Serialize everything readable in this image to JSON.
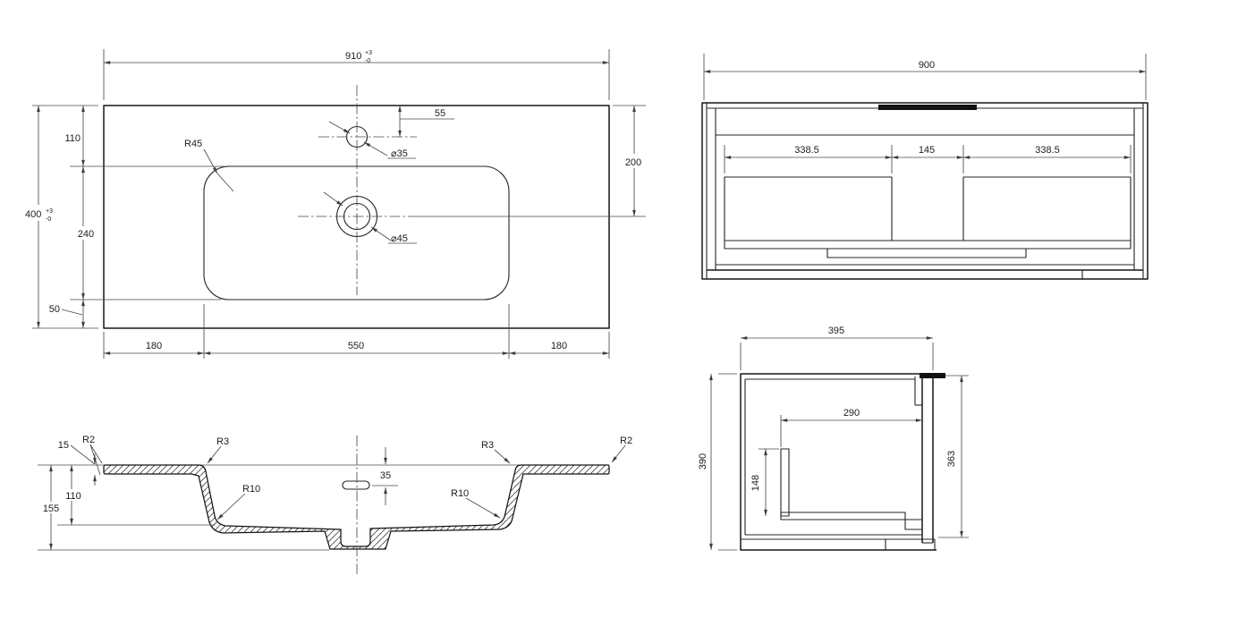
{
  "drawing_title": "washbasin-and-cabinet-technical-drawing",
  "colors": {
    "background": "#ffffff",
    "object_line": "#161616",
    "dimension_line": "#4a4a4a",
    "text": "#1c1c1c",
    "handle_fill": "#111111"
  },
  "views": {
    "basin_top": {
      "label": "basin-top-view",
      "dims": {
        "width": {
          "value": "910",
          "tol_plus": "+3",
          "tol_minus": "-0"
        },
        "height": {
          "value": "400",
          "tol_plus": "+3",
          "tol_minus": "-0"
        },
        "rim_offset": "110",
        "bowl_length": "240",
        "bottom_gap": "50",
        "faucet_offset": "55",
        "faucet_dia": "⌀35",
        "drain_offset": "200",
        "drain_dia": "⌀45",
        "margin_left": "180",
        "bowl_width": "550",
        "margin_right": "180",
        "corner_radius": "R45"
      }
    },
    "cabinet_front": {
      "label": "cabinet-front-view",
      "dims": {
        "width": "900",
        "left_drawer": "338.5",
        "center_gap": "145",
        "right_drawer": "338.5"
      }
    },
    "basin_section": {
      "label": "basin-section-view",
      "dims": {
        "rim_thickness": "15",
        "r2_left": "R2",
        "r3_left": "R3",
        "r10_left": "R10",
        "depth_inner": "110",
        "depth_total": "155",
        "overflow_offset": "35",
        "r3_right": "R3",
        "r10_right": "R10",
        "r2_right": "R2"
      }
    },
    "cabinet_side": {
      "label": "cabinet-side-view",
      "dims": {
        "depth": "395",
        "height": "390",
        "inner_depth": "290",
        "drawer_inner_height": "148",
        "front_height": "363"
      }
    }
  }
}
